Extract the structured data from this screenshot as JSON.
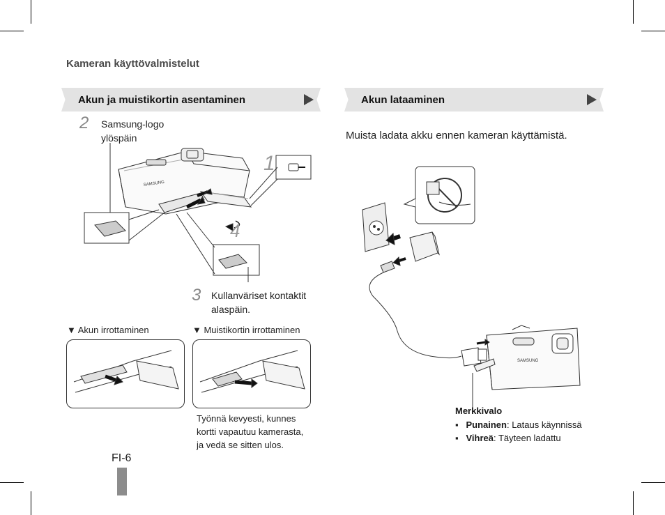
{
  "header": {
    "title": "Kameran käyttövalmistelut"
  },
  "left": {
    "banner": "Akun ja muistikortin asentaminen",
    "step2_num": "2",
    "step2_text_line1": "Samsung-logo",
    "step2_text_line2": "ylöspäin",
    "step1_num": "1",
    "step4_num": "4",
    "step3_num": "3",
    "step3_text_line1": "Kullanväriset kontaktit",
    "step3_text_line2": "alaspäin.",
    "camera_brand": "SAMSUNG",
    "sub_battery": "▼ Akun irrottaminen",
    "sub_card": "▼ Muistikortin irrottaminen",
    "card_note_line1": "Työnnä kevyesti, kunnes",
    "card_note_line2": "kortti vapautuu kamerasta,",
    "card_note_line3": "ja vedä se sitten ulos."
  },
  "right": {
    "banner": "Akun lataaminen",
    "intro": "Muista ladata akku ennen kameran käyttämistä.",
    "camera_brand": "SAMSUNG",
    "legend_title": "Merkkivalo",
    "legend": [
      {
        "bullet": "▪",
        "key": "Punainen",
        "value": ": Lataus käynnissä"
      },
      {
        "bullet": "▪",
        "key": "Vihreä",
        "value": ": Täyteen ladattu"
      }
    ]
  },
  "footer": {
    "page_number": "FI-6"
  }
}
